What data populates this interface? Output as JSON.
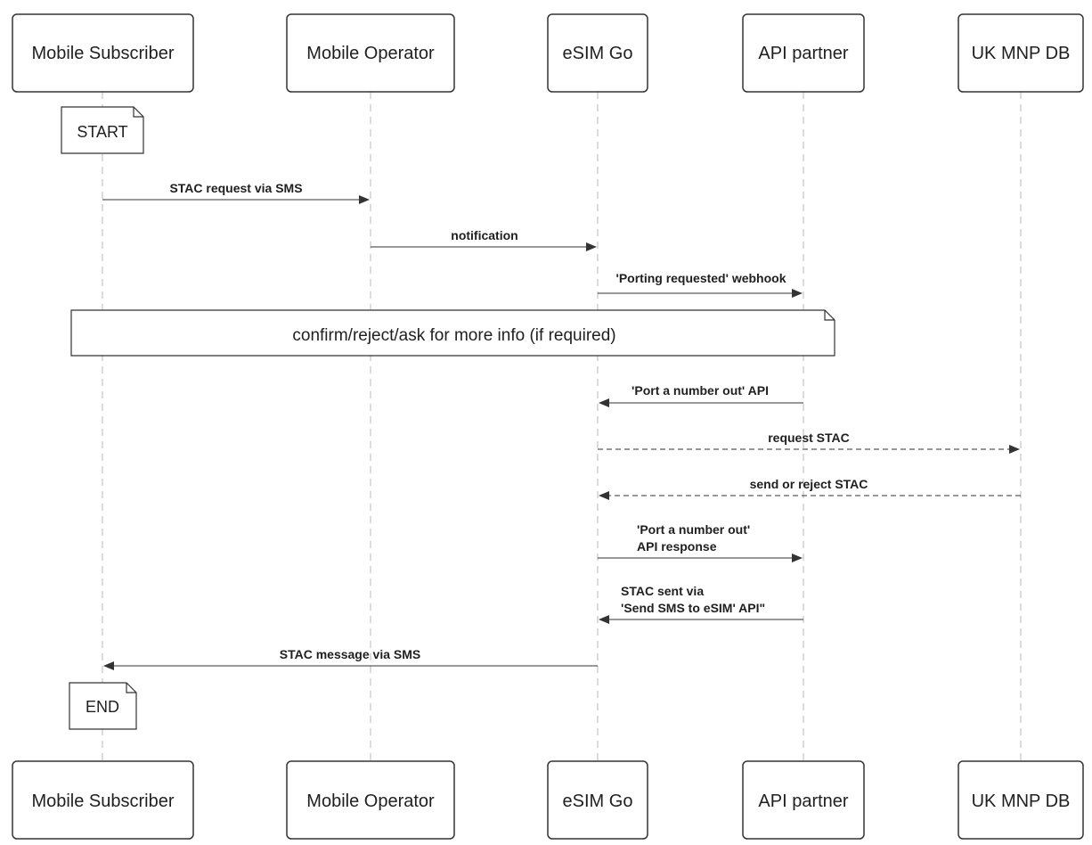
{
  "actors": [
    {
      "id": "subscriber",
      "label": "Mobile Subscriber"
    },
    {
      "id": "operator",
      "label": "Mobile Operator"
    },
    {
      "id": "esimgo",
      "label": "eSIM Go"
    },
    {
      "id": "partner",
      "label": "API partner"
    },
    {
      "id": "mnpdb",
      "label": "UK MNP DB"
    }
  ],
  "notes": {
    "start": "START",
    "confirm": "confirm/reject/ask for more info (if required)",
    "end": "END"
  },
  "messages": [
    {
      "id": "stac-request",
      "from": "subscriber",
      "to": "operator",
      "style": "solid",
      "lines": [
        "STAC request via SMS"
      ]
    },
    {
      "id": "notification",
      "from": "operator",
      "to": "esimgo",
      "style": "solid",
      "lines": [
        "notification"
      ]
    },
    {
      "id": "porting-webhook",
      "from": "esimgo",
      "to": "partner",
      "style": "solid",
      "lines": [
        "'Porting requested' webhook"
      ]
    },
    {
      "id": "port-out-api",
      "from": "partner",
      "to": "esimgo",
      "style": "solid",
      "lines": [
        "'Port a number out' API"
      ]
    },
    {
      "id": "request-stac",
      "from": "esimgo",
      "to": "mnpdb",
      "style": "dashed",
      "lines": [
        "request STAC"
      ]
    },
    {
      "id": "send-reject-stac",
      "from": "mnpdb",
      "to": "esimgo",
      "style": "dashed",
      "lines": [
        "send or reject STAC"
      ]
    },
    {
      "id": "port-out-response",
      "from": "esimgo",
      "to": "partner",
      "style": "solid",
      "lines": [
        "'Port a number out'",
        "API response"
      ]
    },
    {
      "id": "stac-sent",
      "from": "partner",
      "to": "esimgo",
      "style": "solid",
      "lines": [
        "STAC sent via",
        "'Send SMS to eSIM' API\""
      ]
    },
    {
      "id": "stac-message",
      "from": "esimgo",
      "to": "subscriber",
      "style": "solid",
      "lines": [
        "STAC message via SMS"
      ]
    }
  ],
  "colors": {
    "stroke": "#333333",
    "lifeline": "#b8b8b8",
    "text": "#1f1f1f",
    "background": "#ffffff"
  }
}
